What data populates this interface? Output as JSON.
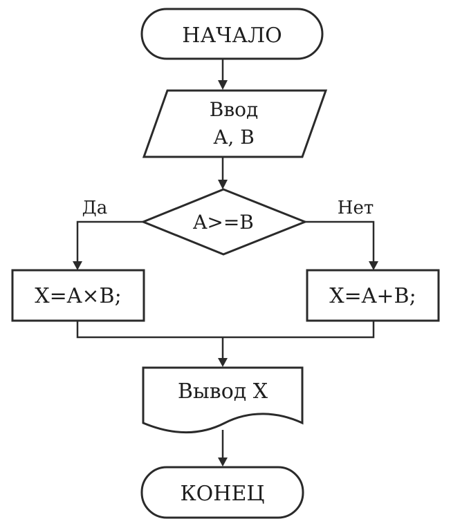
{
  "diagram": {
    "type": "flowchart",
    "start": {
      "label": "НАЧАЛО"
    },
    "input": {
      "line1": "Ввод",
      "line2": "А, В"
    },
    "decision": {
      "condition": "A>=B",
      "yes_label": "Да",
      "no_label": "Нет"
    },
    "branch_yes": {
      "label": "X=A×B;"
    },
    "branch_no": {
      "label": "X=A+B;"
    },
    "output": {
      "label": "Вывод X"
    },
    "end": {
      "label": "КОНЕЦ"
    }
  }
}
